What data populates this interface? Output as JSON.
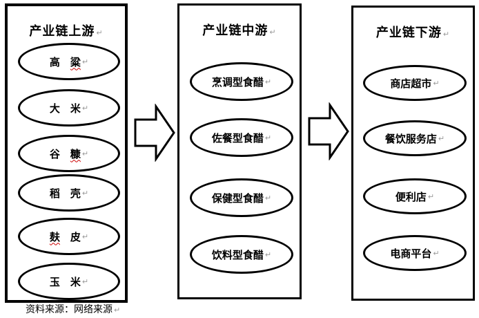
{
  "marks": {
    "return": "↵"
  },
  "caption": {
    "text": "资料来源：网络来源"
  },
  "columns": [
    {
      "title": "产业链上游",
      "items": [
        {
          "pre": "高　",
          "err": "粱",
          "post": ""
        },
        {
          "pre": "大　米",
          "err": "",
          "post": ""
        },
        {
          "pre": "谷　",
          "err": "糠",
          "post": ""
        },
        {
          "pre": "稻　壳",
          "err": "",
          "post": ""
        },
        {
          "pre": "",
          "err": "麸",
          "post": "　皮"
        },
        {
          "pre": "玉　米",
          "err": "",
          "post": ""
        }
      ]
    },
    {
      "title": "产业链中游",
      "items": [
        {
          "pre": "烹调型食醋",
          "err": "",
          "post": ""
        },
        {
          "pre": "佐餐型食醋",
          "err": "",
          "post": ""
        },
        {
          "pre": "保健型食醋",
          "err": "",
          "post": ""
        },
        {
          "pre": "饮料型食醋",
          "err": "",
          "post": ""
        }
      ]
    },
    {
      "title": "产业链下游",
      "items": [
        {
          "pre": "商店超市",
          "err": "",
          "post": ""
        },
        {
          "pre": "餐饮服务店",
          "err": "",
          "post": ""
        },
        {
          "pre": "便利店",
          "err": "",
          "post": ""
        },
        {
          "pre": "电商平台",
          "err": "",
          "post": ""
        }
      ]
    }
  ],
  "colors": {
    "stroke": "#000000",
    "squiggle": "#cc0000",
    "return_mark": "#9a9a9a",
    "background": "#ffffff"
  }
}
